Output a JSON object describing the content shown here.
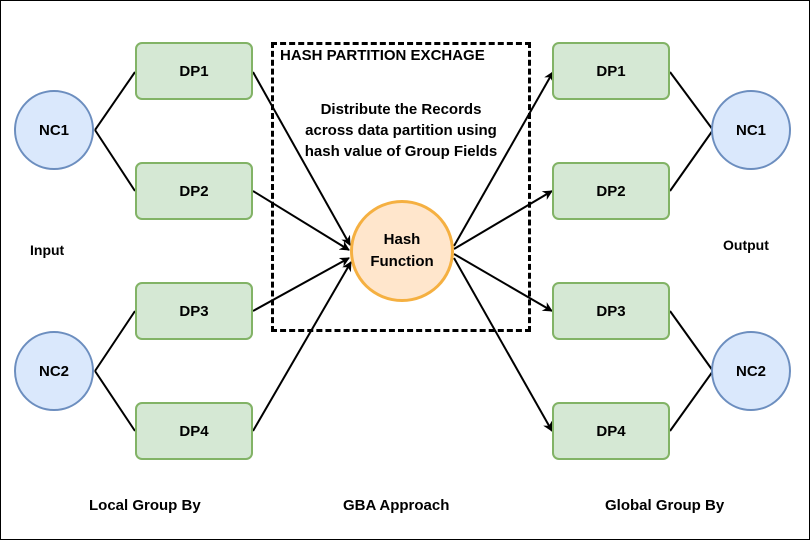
{
  "left_nodes": [
    "NC1",
    "NC2"
  ],
  "left_partitions": [
    "DP1",
    "DP2",
    "DP3",
    "DP4"
  ],
  "right_partitions": [
    "DP1",
    "DP2",
    "DP3",
    "DP4"
  ],
  "right_nodes": [
    "NC1",
    "NC2"
  ],
  "exchange": {
    "title": "HASH PARTITION EXCHAGE",
    "description": [
      "Distribute the Records",
      "across data partition using",
      "hash value of Group Fields"
    ]
  },
  "hash_function": [
    "Hash",
    "Function"
  ],
  "labels": {
    "input": "Input",
    "output": "Output",
    "local_group_by": "Local Group By",
    "gba_approach": "GBA Approach",
    "global_group_by": "Global Group By"
  },
  "colors": {
    "partition_fill": "#d5e8d4",
    "partition_border": "#82b366",
    "node_fill": "#dae8fc",
    "node_border": "#6c8ebf",
    "hash_fill": "#ffe6cc",
    "hash_border": "#f5b041"
  }
}
